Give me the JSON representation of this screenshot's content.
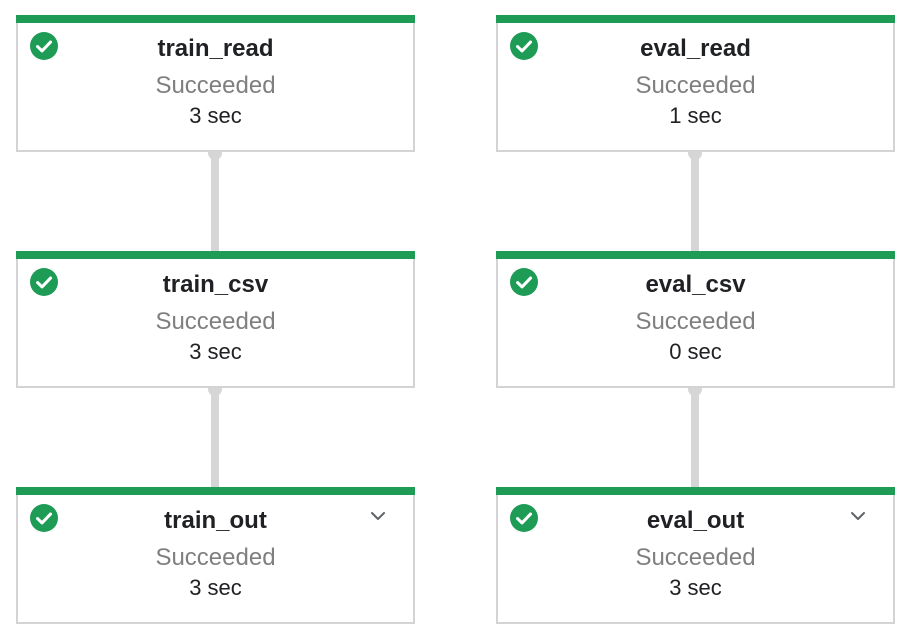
{
  "colors": {
    "success": "#1e9c55",
    "edge": "#d6d6d6",
    "border": "#d4d4d4",
    "status_text": "#7f7f7f"
  },
  "nodes": [
    {
      "id": "train_read",
      "name": "train_read",
      "status": "Succeeded",
      "duration": "3 sec",
      "status_icon": "check-circle-icon"
    },
    {
      "id": "eval_read",
      "name": "eval_read",
      "status": "Succeeded",
      "duration": "1 sec",
      "status_icon": "check-circle-icon"
    },
    {
      "id": "train_csv",
      "name": "train_csv",
      "status": "Succeeded",
      "duration": "3 sec",
      "status_icon": "check-circle-icon"
    },
    {
      "id": "eval_csv",
      "name": "eval_csv",
      "status": "Succeeded",
      "duration": "0 sec",
      "status_icon": "check-circle-icon"
    },
    {
      "id": "train_out",
      "name": "train_out",
      "status": "Succeeded",
      "duration": "3 sec",
      "status_icon": "check-circle-icon",
      "expand_icon": "chevron-down-icon"
    },
    {
      "id": "eval_out",
      "name": "eval_out",
      "status": "Succeeded",
      "duration": "3 sec",
      "status_icon": "check-circle-icon",
      "expand_icon": "chevron-down-icon"
    }
  ],
  "edges": [
    {
      "from": "train_read",
      "to": "train_csv"
    },
    {
      "from": "train_csv",
      "to": "train_out"
    },
    {
      "from": "eval_read",
      "to": "eval_csv"
    },
    {
      "from": "eval_csv",
      "to": "eval_out"
    }
  ]
}
